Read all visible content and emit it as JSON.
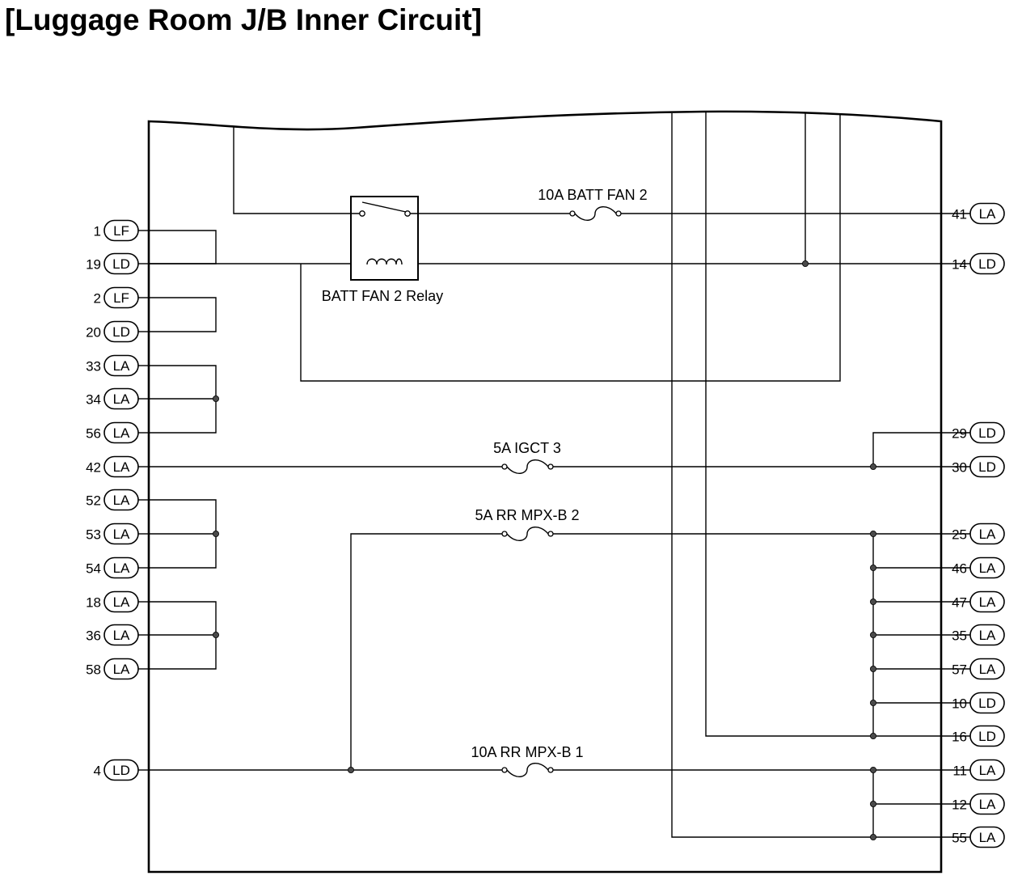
{
  "title": "[Luggage Room J/B Inner Circuit]",
  "fuses": {
    "batt_fan2": "10A BATT FAN 2",
    "igct3": "5A IGCT 3",
    "rr_mpx_b2": "5A RR MPX-B 2",
    "rr_mpx_b1": "10A RR MPX-B 1"
  },
  "relay": {
    "label": "BATT FAN 2 Relay"
  },
  "left_pins": [
    {
      "num": "1",
      "conn": "LF"
    },
    {
      "num": "19",
      "conn": "LD"
    },
    {
      "num": "2",
      "conn": "LF"
    },
    {
      "num": "20",
      "conn": "LD"
    },
    {
      "num": "33",
      "conn": "LA"
    },
    {
      "num": "34",
      "conn": "LA"
    },
    {
      "num": "56",
      "conn": "LA"
    },
    {
      "num": "42",
      "conn": "LA"
    },
    {
      "num": "52",
      "conn": "LA"
    },
    {
      "num": "53",
      "conn": "LA"
    },
    {
      "num": "54",
      "conn": "LA"
    },
    {
      "num": "18",
      "conn": "LA"
    },
    {
      "num": "36",
      "conn": "LA"
    },
    {
      "num": "58",
      "conn": "LA"
    },
    {
      "num": "4",
      "conn": "LD"
    }
  ],
  "right_pins": [
    {
      "num": "41",
      "conn": "LA"
    },
    {
      "num": "14",
      "conn": "LD"
    },
    {
      "num": "29",
      "conn": "LD"
    },
    {
      "num": "30",
      "conn": "LD"
    },
    {
      "num": "25",
      "conn": "LA"
    },
    {
      "num": "46",
      "conn": "LA"
    },
    {
      "num": "47",
      "conn": "LA"
    },
    {
      "num": "35",
      "conn": "LA"
    },
    {
      "num": "57",
      "conn": "LA"
    },
    {
      "num": "10",
      "conn": "LD"
    },
    {
      "num": "16",
      "conn": "LD"
    },
    {
      "num": "11",
      "conn": "LA"
    },
    {
      "num": "12",
      "conn": "LA"
    },
    {
      "num": "55",
      "conn": "LA"
    }
  ]
}
